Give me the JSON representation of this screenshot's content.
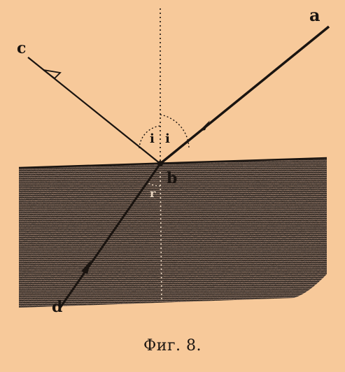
{
  "labels": {
    "point_a": "a",
    "point_b": "b",
    "point_c": "c",
    "point_d": "d",
    "angle_left": "i",
    "angle_right": "i",
    "angle_refr": "r"
  },
  "caption": "Фиг. 8.",
  "colors": {
    "background": "#f7c99a",
    "ink": "#1a1410",
    "medium": "#3a302a"
  }
}
